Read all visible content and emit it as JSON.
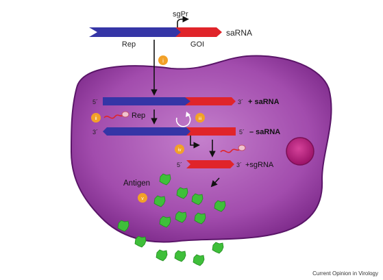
{
  "top_construct": {
    "promoter_label": "sgPr",
    "rep_label": "Rep",
    "goi_label": "GOI",
    "rna_label": "saRNA"
  },
  "steps": {
    "i": "i",
    "ii": "ii",
    "iii": "iii",
    "iv": "iv",
    "v": "v"
  },
  "strands": {
    "plus": {
      "left_end": "5´",
      "right_end": "3´",
      "label": "+ saRNA"
    },
    "minus": {
      "left_end": "3´",
      "right_end": "5´",
      "label": "– saRNA"
    },
    "sg": {
      "left_end": "5´",
      "right_end": "3´",
      "label": "+sgRNA"
    }
  },
  "rep_protein_label": "Rep",
  "antigen_label": "Antigen",
  "credit": "Current Opinion in Virology",
  "colors": {
    "rep": "#3535a6",
    "goi": "#e0242a",
    "cell_fill": "#a24cad",
    "cell_edge": "#5a1568",
    "nucleus": "#b31a7d",
    "step_badge": "#f2a128",
    "antigen": "#3fbf3a"
  }
}
